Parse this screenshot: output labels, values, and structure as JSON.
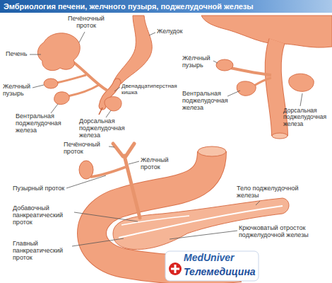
{
  "diagram": {
    "title": "Эмбриология печени, желчного пузыря, поджелудочной железы",
    "labels": [
      "Печёночный проток",
      "Печень",
      "Желудок",
      "Желчный пузырь",
      "Двенадцатиперстная кишка",
      "Вентральная поджелудочная железа",
      "Дорсальная поджелудочная железа",
      "Жёлчный пузырь",
      "Вентральная поджелудочная железа",
      "Дорсальная поджелудочная железа",
      "Печёночный проток",
      "Жёлчный проток",
      "Пузырный проток",
      "Добавочный панкреатический проток",
      "Тело поджелудочной железы",
      "Крючковатый отросток поджелудочной железы",
      "Главный панкреатический проток",
      "MedUniver",
      "Телемедицина"
    ]
  }
}
